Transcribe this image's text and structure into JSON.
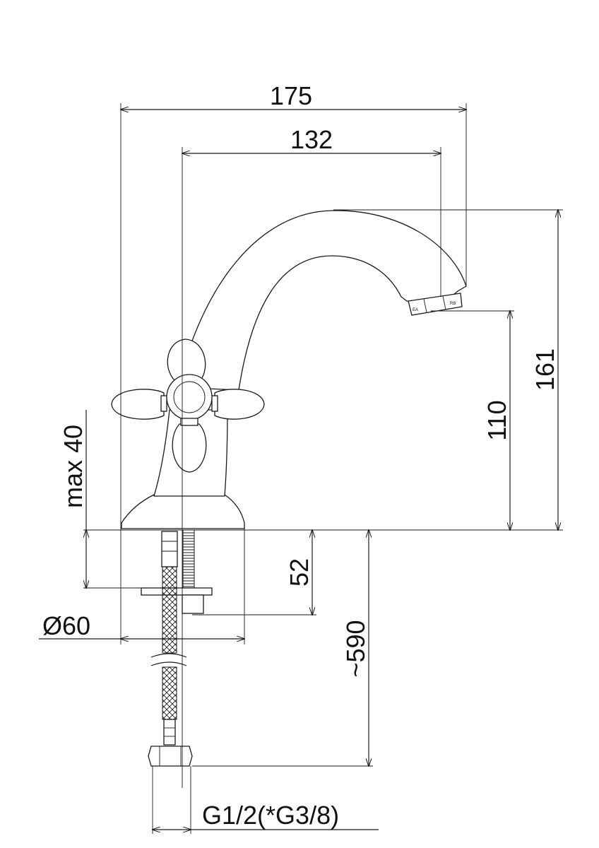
{
  "dimensions": {
    "width_total": "175",
    "width_spout": "132",
    "height_total": "161",
    "height_outlet": "110",
    "mount_max": "max 40",
    "shank": "52",
    "base_diameter": "Ø60",
    "hose_length": "~590",
    "thread": "G1/2(*G3/8)"
  },
  "outlet_marks": {
    "left": "EA",
    "right": "RB"
  }
}
